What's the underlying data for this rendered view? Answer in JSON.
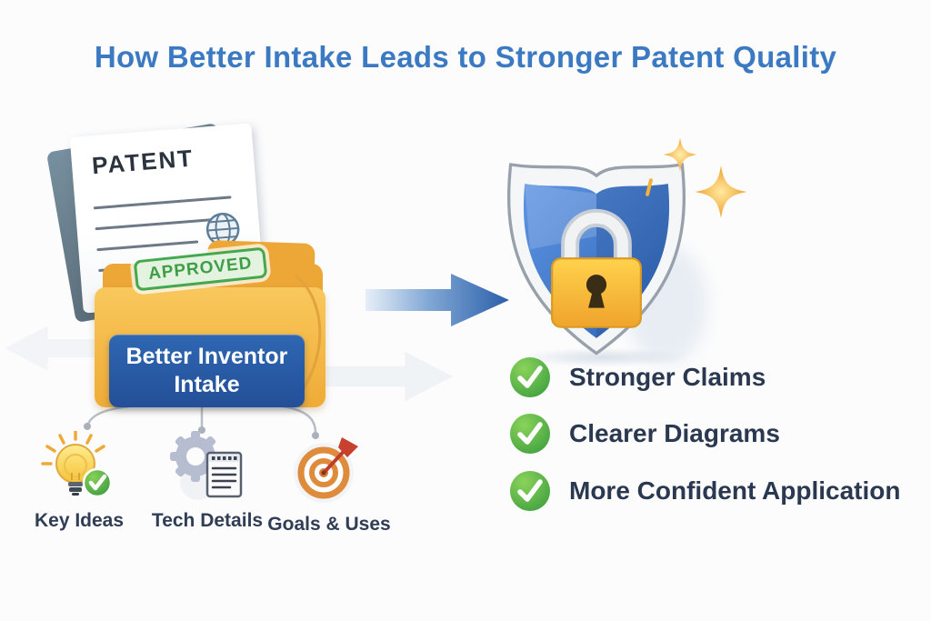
{
  "title": "How Better Intake Leads to Stronger Patent Quality",
  "patent": {
    "heading": "PATENT",
    "stamp": "APPROVED"
  },
  "intake": {
    "label": "Better Inventor Intake"
  },
  "inputs": [
    {
      "label": "Key Ideas",
      "icon": "lightbulb-check-icon"
    },
    {
      "label": "Tech Details",
      "icon": "gear-notepad-icon"
    },
    {
      "label": "Goals & Uses",
      "icon": "target-arrow-icon"
    }
  ],
  "outcomes": [
    {
      "label": "Stronger Claims",
      "icon": "check-circle-icon"
    },
    {
      "label": "Clearer Diagrams",
      "icon": "check-circle-icon"
    },
    {
      "label": "More Confident Application",
      "icon": "check-circle-icon"
    }
  ],
  "colors": {
    "title_blue": "#3B7AC2",
    "intake_box_blue": "#2A5CA9",
    "arrow_blue": "#2B5FA9",
    "shield_blue": "#4A82D6",
    "lock_gold": "#F5B52E",
    "approved_green": "#3FA34D",
    "check_green": "#4CAF50",
    "sparkle_gold": "#F2A93B",
    "folder_yellow": "#F3B344"
  }
}
